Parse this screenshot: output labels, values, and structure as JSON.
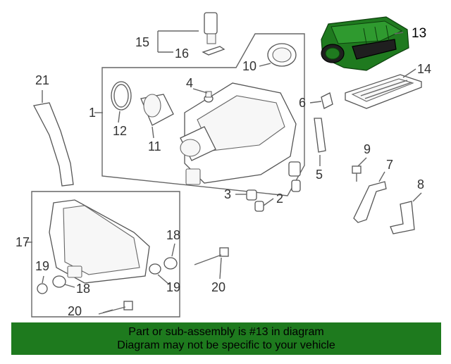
{
  "diagram": {
    "callouts": {
      "c1": "1",
      "c2": "2",
      "c3": "3",
      "c4": "4",
      "c5": "5",
      "c6": "6",
      "c7": "7",
      "c8": "8",
      "c9": "9",
      "c10": "10",
      "c11": "11",
      "c12": "12",
      "c13": "13",
      "c14": "14",
      "c15": "15",
      "c16": "16",
      "c17": "17",
      "c18a": "18",
      "c18b": "18",
      "c19a": "19",
      "c19b": "19",
      "c20a": "20",
      "c20b": "20",
      "c21": "21"
    },
    "highlighted_part": "13",
    "highlight_color": "#1e7a1e"
  },
  "banner": {
    "line1": "Part or sub-assembly is #13 in diagram",
    "line2": "Diagram may not be specific to your vehicle"
  }
}
